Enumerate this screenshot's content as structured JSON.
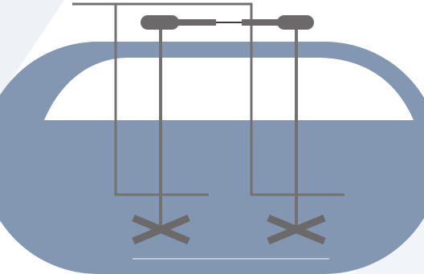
{
  "colors": {
    "background": "#ffffff",
    "background_tint": "#eef2f6",
    "tank": "#8497b2",
    "liquid": "#8497b2",
    "headspace": "#ffffff",
    "pipe": "#737171",
    "motor": "#6b6969",
    "bottom_line": "#cfd8e3"
  },
  "diagram": {
    "components": [
      {
        "kind": "vessel",
        "shape": "horizontal-capsule",
        "nozzle": "left"
      },
      {
        "kind": "liquid",
        "shape": "fill"
      },
      {
        "kind": "inlet-pipe",
        "count": 2
      },
      {
        "kind": "agitator",
        "count": 2,
        "motor": "top-mounted",
        "impeller": "pitched-blade"
      },
      {
        "kind": "coupling-shaft",
        "count": 1
      }
    ]
  }
}
